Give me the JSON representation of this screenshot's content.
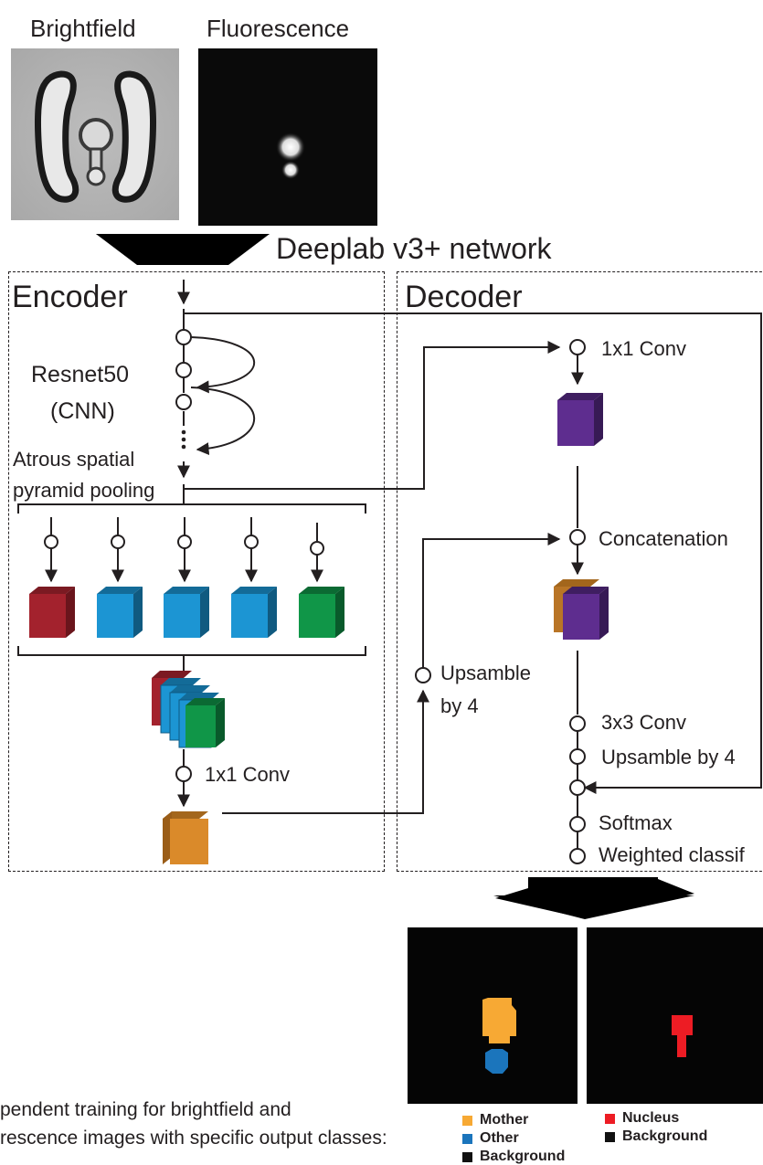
{
  "inputs": {
    "brightfield_label": "Brightfield",
    "fluorescence_label": "Fluorescence"
  },
  "network_label": "Deeplab v3+ network",
  "encoder": {
    "title": "Encoder",
    "backbone_line1": "Resnet50",
    "backbone_line2": "(CNN)",
    "aspp_line1": "Atrous spatial",
    "aspp_line2": "pyramid pooling",
    "conv_label": "1x1 Conv"
  },
  "decoder": {
    "title": "Decoder",
    "conv1_label": "1x1 Conv",
    "concat_label": "Concatenation",
    "upsample_line1": "Upsamble",
    "upsample_line2": "by 4",
    "conv3_label": "3x3 Conv",
    "upsample2_label": "Upsamble by 4",
    "softmax_label": "Softmax",
    "weighted_label": "Weighted classif"
  },
  "caption": {
    "line1": "pendent training for brightfield and",
    "line2": "rescence images with specific output classes:"
  },
  "legend_brightfield": [
    {
      "label": "Mother",
      "color": "#f7a934"
    },
    {
      "label": "Other",
      "color": "#1b75bc"
    },
    {
      "label": "Background",
      "color": "#111111"
    }
  ],
  "legend_fluorescence": [
    {
      "label": "Nucleus",
      "color": "#ed1c24"
    },
    {
      "label": "Background",
      "color": "#111111"
    }
  ],
  "colors": {
    "feature_red": "#a3222d",
    "feature_blue": "#1c95d3",
    "feature_green": "#109648",
    "feature_orange": "#da8a2a",
    "feature_purple": "#5e2d8f"
  }
}
